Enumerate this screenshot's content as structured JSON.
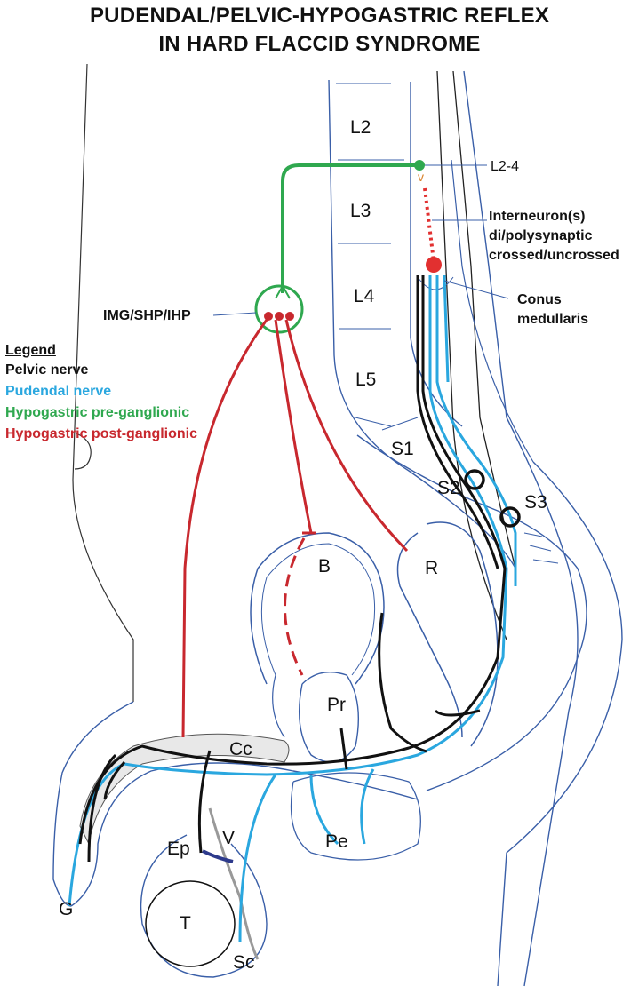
{
  "title_line1": "PUDENDAL/PELVIC-HYPOGASTRIC REFLEX",
  "title_line2": "IN HARD FLACCID SYNDROME",
  "colors": {
    "pelvic": "#111111",
    "pudendal": "#2aa7df",
    "pre_ganglionic": "#2fa84f",
    "post_ganglionic": "#c8282e",
    "anatomy": "#3a5fa8"
  },
  "vertebrae": [
    "L2",
    "L3",
    "L4",
    "L5",
    "S1"
  ],
  "nerve_roots": [
    "S2",
    "S3"
  ],
  "annotations": {
    "l24": "L2-4",
    "interneuron_1": "Interneuron(s)",
    "interneuron_2": "di/polysynaptic",
    "interneuron_3": "crossed/uncrossed",
    "conus_1": "Conus",
    "conus_2": "medullaris",
    "ganglion": "IMG/SHP/IHP"
  },
  "structures": {
    "bladder": "B",
    "rectum": "R",
    "prostate": "Pr",
    "cc": "Cc",
    "vas": "V",
    "epididymis": "Ep",
    "perineum": "Pe",
    "glans": "G",
    "testis": "T",
    "scrotum": "Sc"
  },
  "legend": {
    "heading": "Legend",
    "pelvic": "Pelvic nerve",
    "pudendal": "Pudendal nerve",
    "pre": "Hypogastric pre-ganglionic",
    "post": "Hypogastric post-ganglionic"
  }
}
